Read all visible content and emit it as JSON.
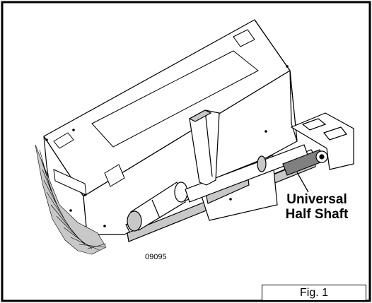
{
  "figure": {
    "callout_line1": "Universal",
    "callout_line2": "Half Shaft",
    "part_number": "09095",
    "fig_label": "Fig. 1"
  },
  "colors": {
    "line": "#000000",
    "background": "#ffffff",
    "shade": "#c8c8c8",
    "dark": "#808080"
  }
}
